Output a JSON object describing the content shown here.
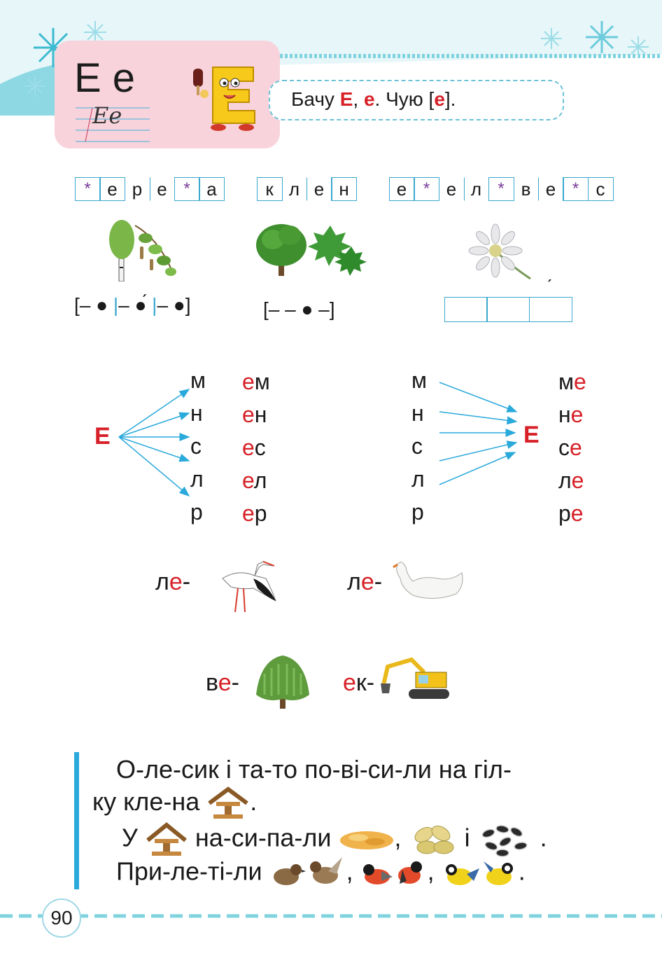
{
  "header": {
    "letter_upper_lower": "Е е",
    "script_letters": "Ее",
    "sees_prefix": "Бачу ",
    "sees_upper": "Е",
    "sees_sep": ", ",
    "sees_lower": "е",
    "sees_mid": ". Чую [",
    "sees_sound": "е",
    "sees_end": "]."
  },
  "word_boxes": [
    {
      "cells": [
        "*",
        "е",
        "р",
        "е",
        "*",
        "а"
      ]
    },
    {
      "cells": [
        "к",
        "л",
        "е",
        "н"
      ]
    },
    {
      "cells": [
        "е",
        "*",
        "е",
        "л",
        "*",
        "в",
        "е",
        "*",
        "с"
      ]
    }
  ],
  "schemes": {
    "birch": [
      "[– ●",
      "|",
      "– ●́",
      "|",
      "– ●]"
    ],
    "maple": "[– – ● –]",
    "accent": "́"
  },
  "left_syllables": {
    "vowel": "Е",
    "consonants": [
      "м",
      "н",
      "с",
      "л",
      "р"
    ],
    "results": [
      [
        "е",
        "м"
      ],
      [
        "е",
        "н"
      ],
      [
        "е",
        "с"
      ],
      [
        "е",
        "л"
      ],
      [
        "е",
        "р"
      ]
    ]
  },
  "right_syllables": {
    "vowel": "Е",
    "consonants": [
      "м",
      "н",
      "с",
      "л",
      "р"
    ],
    "results": [
      [
        "м",
        "е"
      ],
      [
        "н",
        "е"
      ],
      [
        "с",
        "е"
      ],
      [
        "л",
        "е"
      ],
      [
        "р",
        "е"
      ]
    ]
  },
  "picture_syllables": [
    {
      "a": "л",
      "b": "е",
      "c": "-",
      "icon": "stork-icon"
    },
    {
      "a": "л",
      "b": "е",
      "c": "-",
      "icon": "swan-icon"
    },
    {
      "a": "в",
      "b": "е",
      "c": "-",
      "icon": "willow-icon"
    },
    {
      "a": "",
      "b": "е",
      "c": "к-",
      "icon": "excavator-icon"
    }
  ],
  "reading": {
    "line1": "О-ле-сик і та-то по-ві-си-ли на гіл-",
    "line2a": "ку кле-на",
    "line2b": ".",
    "line3a": "У",
    "line3b": "на-си-па-ли",
    "line3c": ",",
    "line3d": "і",
    "line3e": ".",
    "line4a": "При-ле-ті-ли",
    "line4b": ",",
    "line4c": ",",
    "line4d": "."
  },
  "footer": {
    "page_number": "90"
  },
  "colors": {
    "accent_blue": "#3aa8cf",
    "red": "#d72027",
    "pink": "#f8d3dc",
    "teal": "#7fd3df"
  }
}
